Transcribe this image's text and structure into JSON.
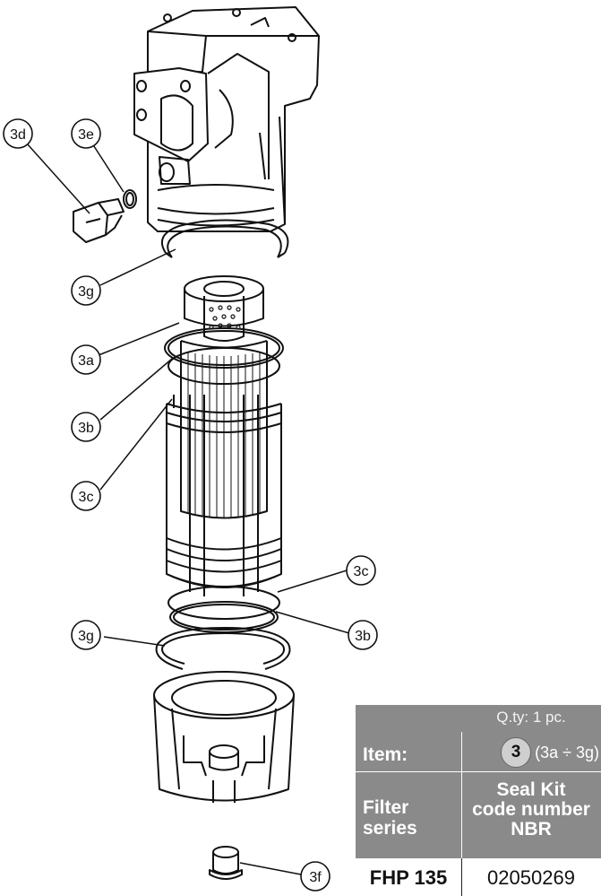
{
  "diagram": {
    "callouts": [
      {
        "id": "3d",
        "label": "3d"
      },
      {
        "id": "3e",
        "label": "3e"
      },
      {
        "id": "3g-top",
        "label": "3g"
      },
      {
        "id": "3a",
        "label": "3a"
      },
      {
        "id": "3b-top",
        "label": "3b"
      },
      {
        "id": "3c-top",
        "label": "3c"
      },
      {
        "id": "3c-bottom",
        "label": "3c"
      },
      {
        "id": "3b-bottom",
        "label": "3b"
      },
      {
        "id": "3g-bottom",
        "label": "3g"
      },
      {
        "id": "3f",
        "label": "3f"
      }
    ]
  },
  "table": {
    "qty": "Q.ty: 1 pc.",
    "item_label": "Item:",
    "item_number": "3",
    "item_range": "(3a ÷ 3g)",
    "series_label_line1": "Filter",
    "series_label_line2": "series",
    "kit_label_line1": "Seal Kit",
    "kit_label_line2": "code number",
    "kit_label_line3": "NBR",
    "series_value": "FHP 135",
    "code_value": "02050269"
  },
  "colors": {
    "table_header_bg": "#8a8a8a",
    "badge_bg": "#cfcfcf",
    "line": "#111111"
  }
}
